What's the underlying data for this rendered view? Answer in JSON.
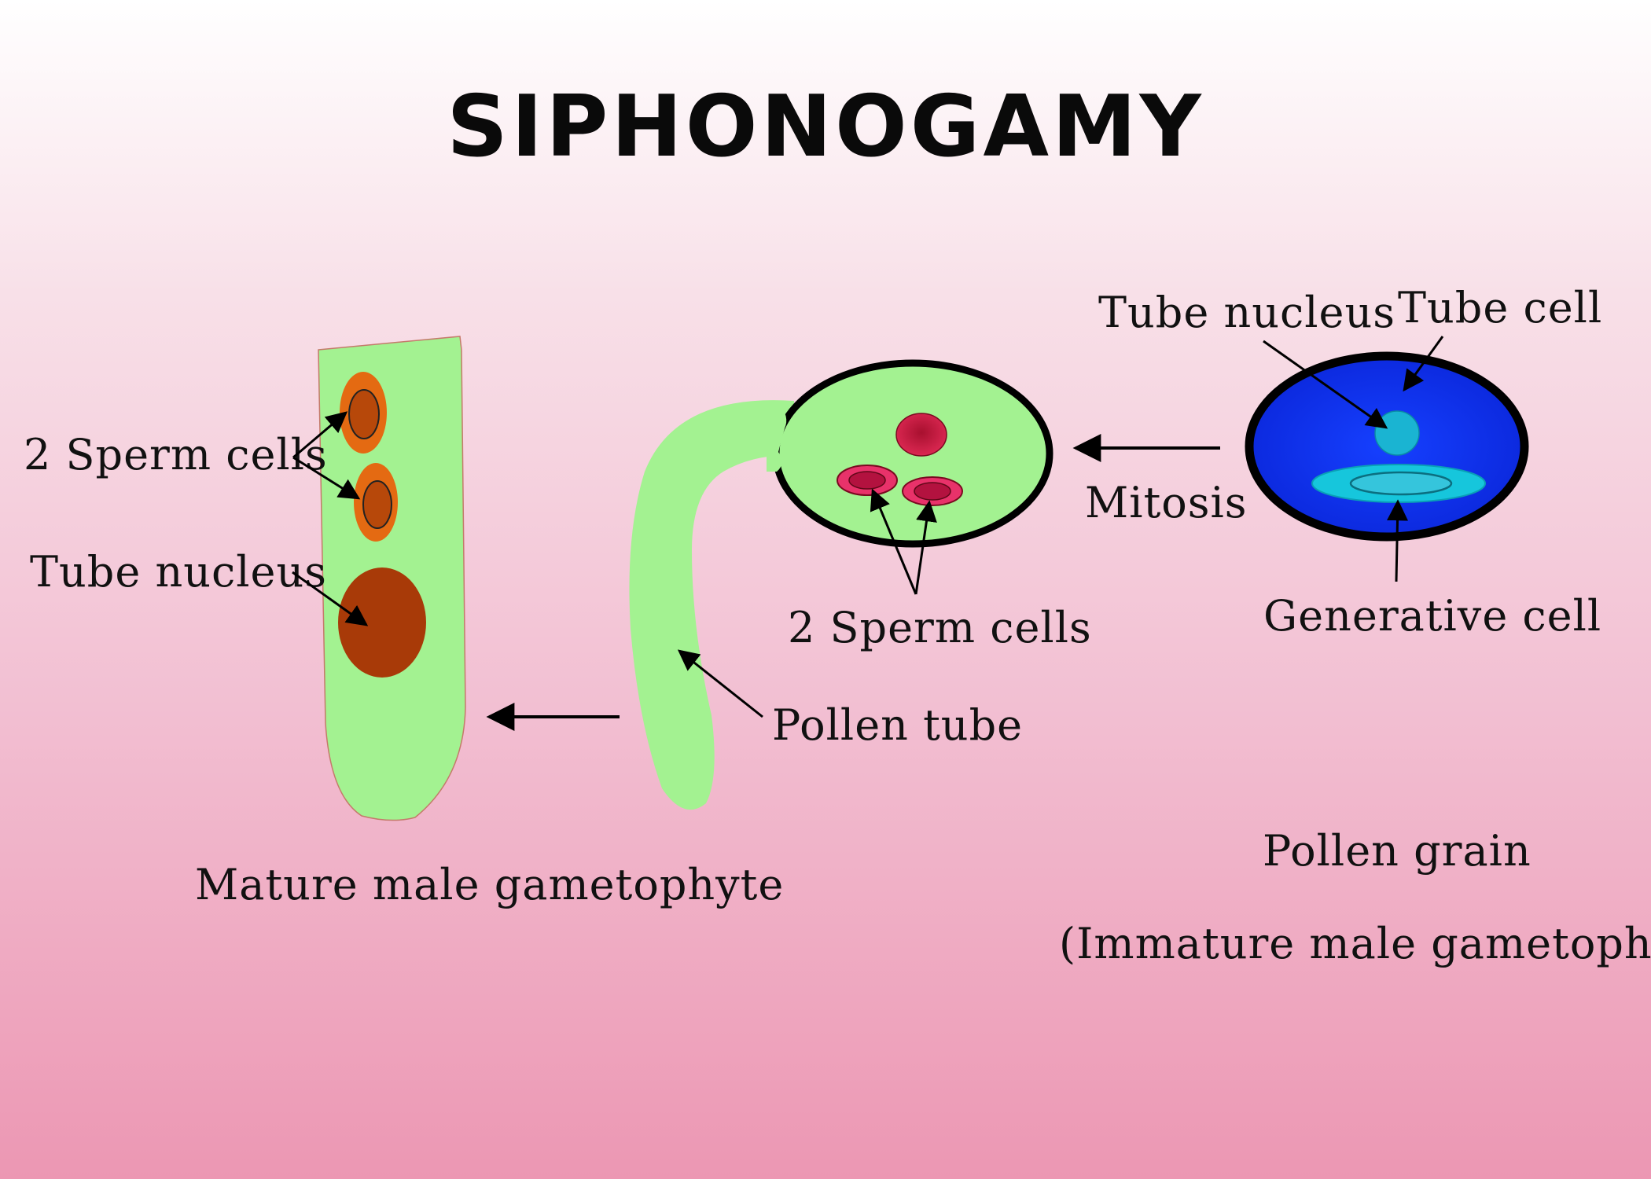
{
  "title": "SIPHONOGAMY",
  "colors": {
    "tube_green": "#a3f291",
    "sperm_orange": "#e46a12",
    "tube_nucleus_brown": "#a83a08",
    "sperm_red": "#d11a45",
    "pollen_blue": "#1439f5",
    "tube_cell_cyan": "#1ab4d2",
    "generative_cyan": "#16c6dc",
    "outline_black": "#000000"
  },
  "mature": {
    "sperm_label": "2 Sperm cells",
    "nucleus_label": "Tube nucleus",
    "caption": "Mature male gametophyte"
  },
  "germinating": {
    "sperm_label": "2 Sperm cells",
    "tube_label": "Pollen tube"
  },
  "process": {
    "mitosis_label": "Mitosis"
  },
  "pollen": {
    "tube_nucleus_label": "Tube nucleus",
    "tube_cell_label": "Tube cell",
    "generative_label": "Generative cell",
    "caption": "Pollen grain",
    "subcaption": "(Immature male gametophyte)"
  }
}
